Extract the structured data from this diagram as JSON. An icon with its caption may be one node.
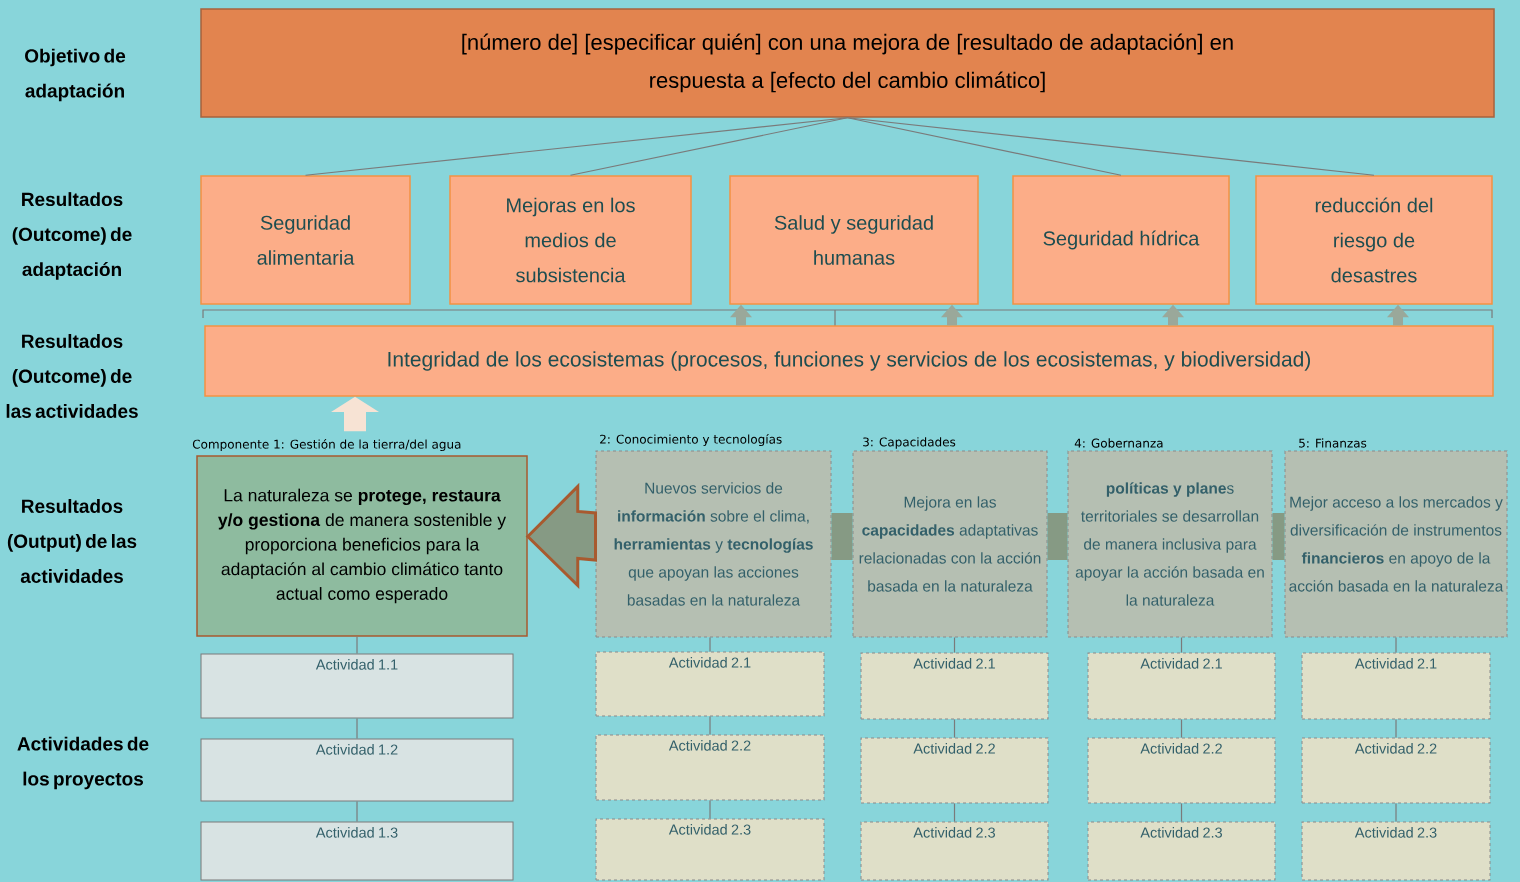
{
  "diagram": {
    "nodes": [
      {
        "text": [
          "[número de] [especificar quién] con una mejora de [resultado de adaptación] en respuesta a [efecto del cambio climático]"
        ]
      },
      {
        "text": [
          "Seguridad alimentaria"
        ]
      },
      {
        "text": [
          "Mejoras en los medios de subsistencia"
        ]
      },
      {
        "text": [
          "Salud y seguridad humanas"
        ]
      },
      {
        "text": [
          "Seguridad hídrica"
        ]
      },
      {
        "text": [
          "reducción del riesgo de desastres"
        ]
      },
      {
        "text": [
          "Integridad de los ecosistemas (procesos, funciones y servicios de los ecosistemas, y biodiversidad)"
        ]
      },
      {
        "text": [
          "La naturaleza se **protege, restaura y/o gestiona** de manera sostenible y proporciona beneficios para la adaptación al cambio climático tanto actual como esperado"
        ],
        "beside": [
          "Componente 1: Gestión de la tierra/del agua"
        ]
      },
      {
        "text": [
          "Nuevos servicios de **información** sobre el clima, **herramientas** y **tecnologías** que apoyan las acciones basadas en la naturaleza"
        ],
        "beside": [
          "2: Conocimiento y tecnologías"
        ]
      },
      {
        "text": [
          "Mejora en las **capacidades** adaptativas relacionadas con la acción basada en la naturaleza"
        ],
        "beside": [
          "3: Capacidades"
        ]
      },
      {
        "text": [
          "**políticas y plane**s territoriales se desarrollan de manera inclusiva para apoyar la acción basada en la naturaleza"
        ],
        "beside": [
          "4: Gobernanza"
        ]
      },
      {
        "text": [
          "Mejor acceso a los mercados y diversificación de instrumentos **financieros** en apoyo de la acción basada en la naturaleza"
        ],
        "beside": [
          "5: Finanzas"
        ]
      },
      {
        "text": [
          "Actividad 1.1"
        ]
      },
      {
        "text": [
          "Actividad 1.2"
        ]
      },
      {
        "text": [
          "Actividad 1.3"
        ]
      },
      {
        "text": [
          "Actividad 2.1"
        ]
      },
      {
        "text": [
          "Actividad 2.2"
        ]
      },
      {
        "text": [
          "Actividad 2.3"
        ]
      },
      {
        "text": [
          "Actividad 2.1"
        ]
      },
      {
        "text": [
          "Actividad 2.2"
        ]
      },
      {
        "text": [
          "Actividad 2.3"
        ]
      },
      {
        "text": [
          "Actividad 2.1"
        ]
      },
      {
        "text": [
          "Actividad 2.2"
        ]
      },
      {
        "text": [
          "Actividad 2.3"
        ]
      },
      {
        "text": [
          "Actividad 2.1"
        ]
      },
      {
        "text": [
          "Actividad 2.2"
        ]
      },
      {
        "text": [
          "Actividad 2.3"
        ]
      }
    ],
    "edges": [
      {
        "from": 0,
        "to": 1,
        "arrow": "none"
      },
      {
        "from": 0,
        "to": 2,
        "arrow": "none"
      },
      {
        "from": 0,
        "to": 4,
        "arrow": "none"
      },
      {
        "from": 0,
        "to": 5,
        "arrow": "none"
      },
      {
        "from": 7,
        "to": 6,
        "arrow": "to",
        "style": "thick",
        "color": "#f7e3d4"
      },
      {
        "from": 8,
        "to": 7,
        "arrow": "to",
        "style": "thick",
        "color": "#869a84"
      },
      {
        "from": 7,
        "to": 12,
        "arrow": "none"
      },
      {
        "from": 12,
        "to": 13,
        "arrow": "none"
      },
      {
        "from": 13,
        "to": 14,
        "arrow": "none"
      },
      {
        "from": 8,
        "to": 15,
        "arrow": "none"
      },
      {
        "from": 15,
        "to": 16,
        "arrow": "none"
      },
      {
        "from": 16,
        "to": 17,
        "arrow": "none"
      },
      {
        "from": 9,
        "to": 18,
        "arrow": "none"
      },
      {
        "from": 18,
        "to": 19,
        "arrow": "none"
      },
      {
        "from": 19,
        "to": 20,
        "arrow": "none"
      },
      {
        "from": 10,
        "to": 21,
        "arrow": "none"
      },
      {
        "from": 21,
        "to": 22,
        "arrow": "none"
      },
      {
        "from": 22,
        "to": 23,
        "arrow": "none"
      },
      {
        "from": 11,
        "to": 24,
        "arrow": "none"
      },
      {
        "from": 24,
        "to": 25,
        "arrow": "none"
      },
      {
        "from": 25,
        "to": 26,
        "arrow": "none"
      },
      {
        "from": 6,
        "to": 3,
        "arrow": "to",
        "style": "thick",
        "color": "#9aa89a"
      },
      {
        "from": 6,
        "to": 3,
        "arrow": "to",
        "style": "thick",
        "color": "#9aa89a"
      },
      {
        "from": 6,
        "to": 4,
        "arrow": "to",
        "style": "thick",
        "color": "#9aa89a"
      },
      {
        "from": 6,
        "to": 5,
        "arrow": "to",
        "style": "thick",
        "color": "#9aa89a"
      },
      {
        "from": 11,
        "to": 10,
        "arrow": "none",
        "style": "thick",
        "color": "#869a84"
      },
      {
        "from": 10,
        "to": 9,
        "arrow": "none",
        "style": "thick",
        "color": "#869a84"
      },
      {
        "from": 9,
        "to": 8,
        "arrow": "none",
        "style": "thick",
        "color": "#869a84"
      }
    ],
    "labels": [
      "Objetivo de adaptación",
      "Resultados (Outcome) de adaptación",
      "Resultados (Outcome) de las actividades",
      "Resultados (Output) de las actividades",
      "Actividades de los proyectos"
    ]
  }
}
